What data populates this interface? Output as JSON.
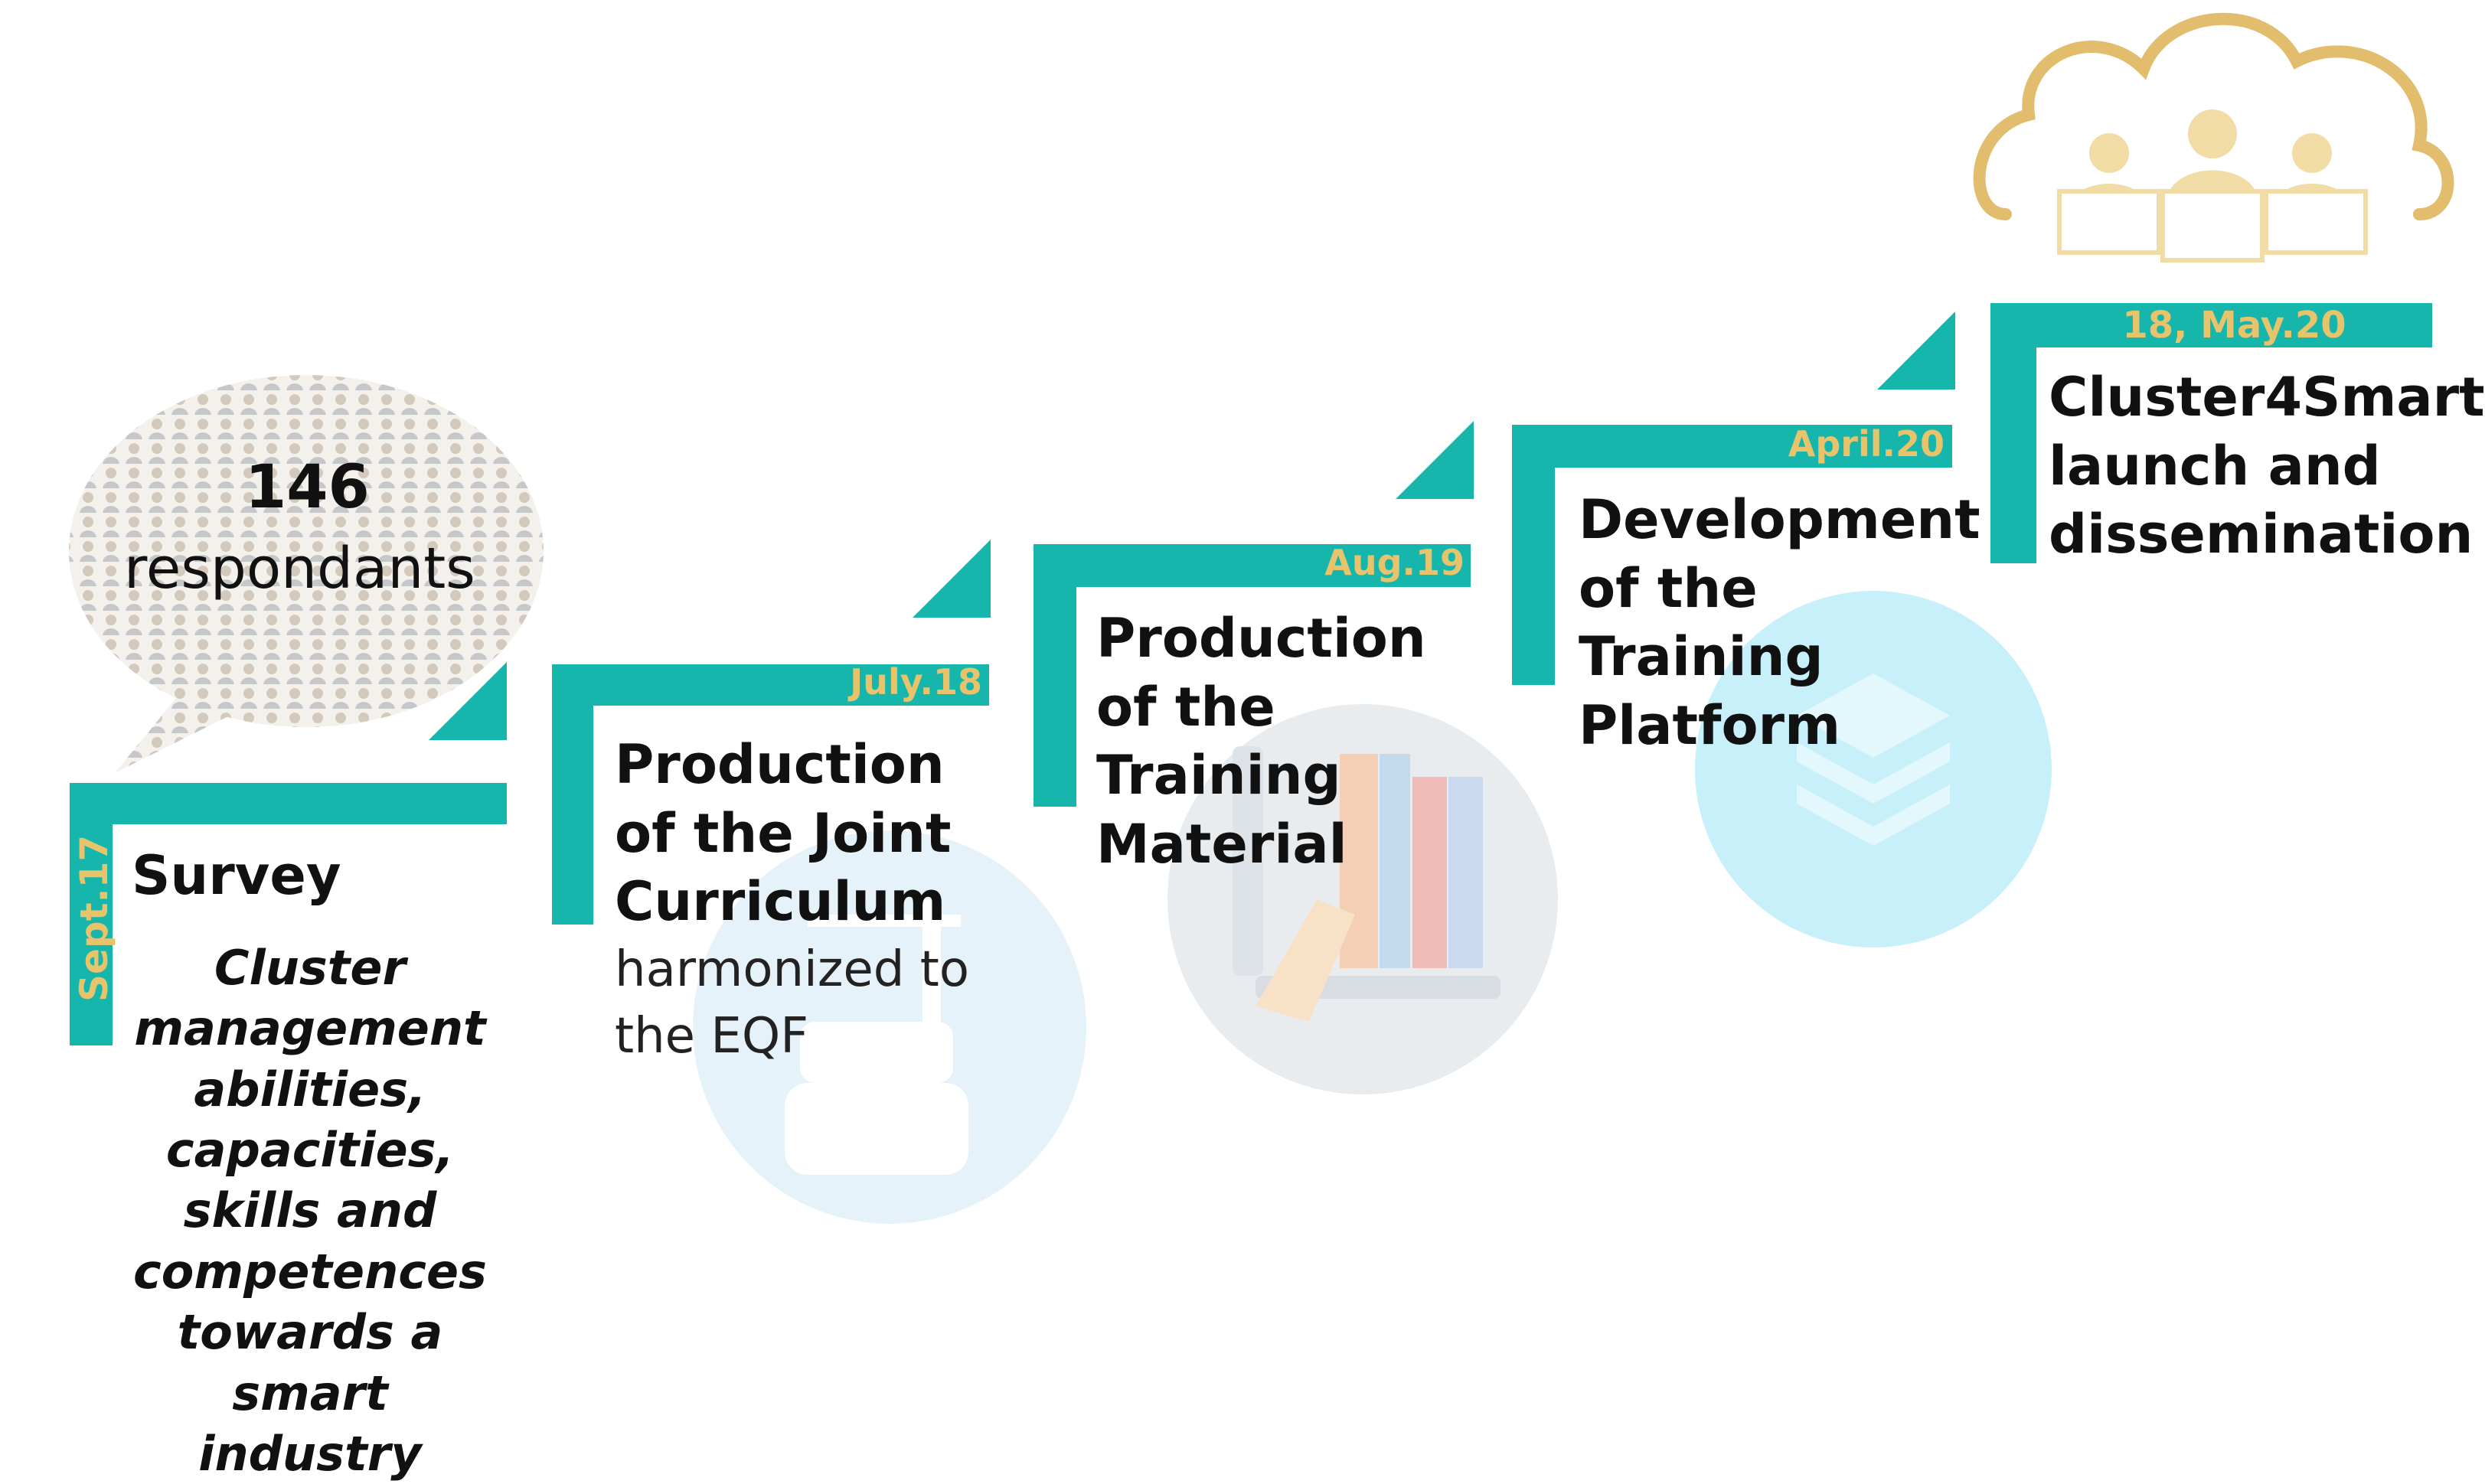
{
  "colors": {
    "accent": "#17b6ad",
    "date": "#e7c46b",
    "cloud": "#e3bd6e"
  },
  "bubble": {
    "count": "146",
    "label": "respondants"
  },
  "steps": [
    {
      "date": "Sept.17",
      "title": "Survey",
      "description": "Cluster management abilities, capacities, skills and competences towards a smart industry"
    },
    {
      "date": "July.18",
      "title_lines": [
        "Production",
        "of the Joint",
        "Curriculum"
      ],
      "description_lines": [
        "harmonized to",
        "the EQF"
      ]
    },
    {
      "date": "Aug.19",
      "title_lines": [
        "Production",
        "of the",
        "Training",
        "Material"
      ]
    },
    {
      "date": "April.20",
      "title_lines": [
        "Development",
        "of the",
        "Training",
        "Platform"
      ]
    },
    {
      "date": "18, May.20",
      "title_lines": [
        "Cluster4Smart",
        "launch and",
        "dissemination"
      ]
    }
  ],
  "icons": [
    "crowd-speech-bubble-icon",
    "teaching-presentation-icon",
    "laptop-books-icon",
    "layers-stack-icon",
    "cloud-people-laptops-icon"
  ]
}
